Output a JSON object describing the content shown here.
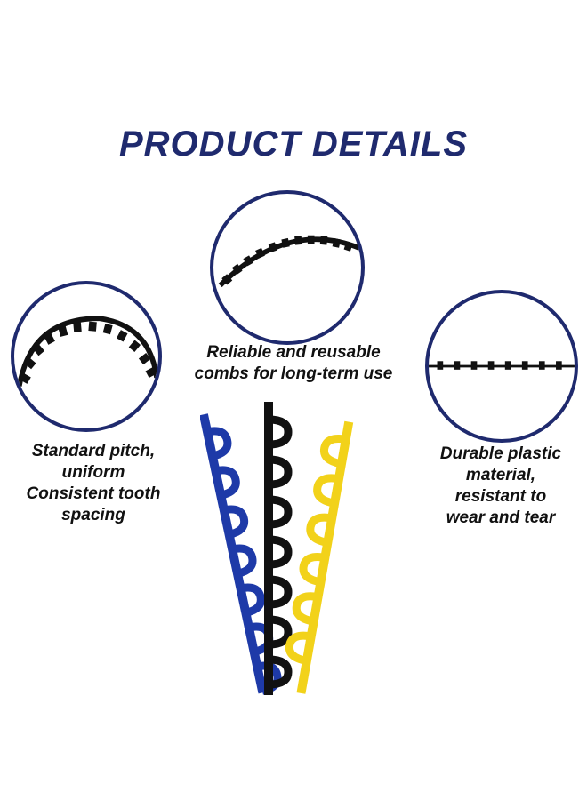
{
  "title": "PRODUCT DETAILS",
  "features": {
    "middle": {
      "lines": [
        "Reliable and reusable",
        "combs for long-term use"
      ]
    },
    "left": {
      "lines": [
        "Standard pitch,",
        "uniform",
        "Consistent tooth",
        "spacing"
      ]
    },
    "right": {
      "lines": [
        "Durable plastic",
        "material,",
        "resistant to",
        "wear and tear"
      ]
    }
  },
  "colors": {
    "title": "#1f2a6e",
    "ring": "#1f2a6e",
    "comb_blue": "#1e3aa8",
    "comb_black": "#111111",
    "comb_yellow": "#f2d21a"
  }
}
